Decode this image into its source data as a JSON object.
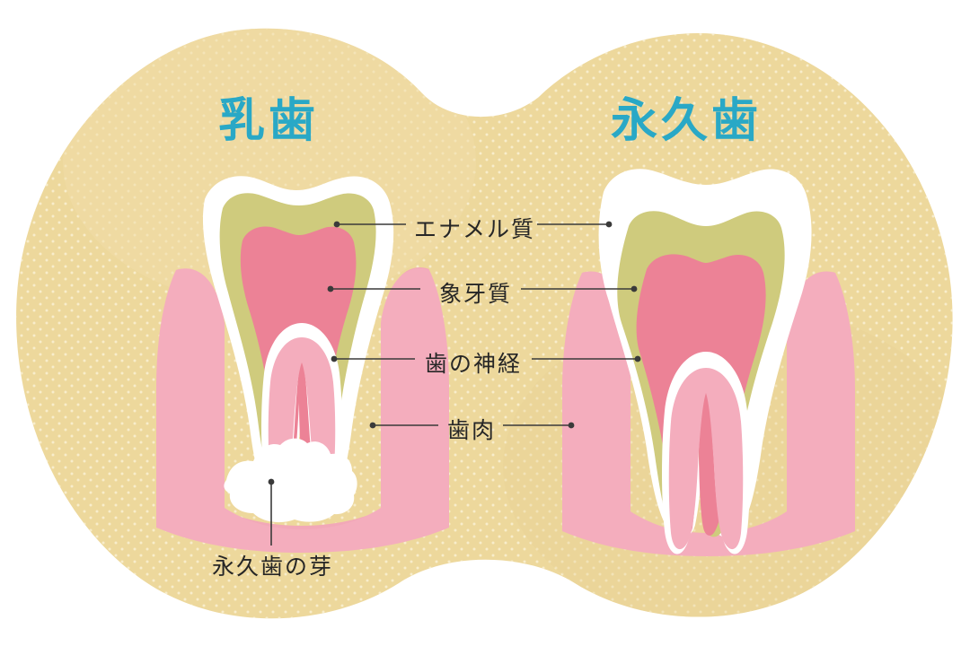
{
  "diagram": {
    "subject": "tooth-cross-section-comparison",
    "titles": {
      "left": "乳歯",
      "right": "永久歯"
    },
    "labels": {
      "enamel": "エナメル質",
      "dentin": "象牙質",
      "nerve": "歯の神経",
      "gum": "歯肉",
      "bud": "永久歯の芽"
    },
    "colors": {
      "background_page": "#ffffff",
      "blob": "#edd89c",
      "blob_dots": "#f6e9c2",
      "title_text": "#29a8c6",
      "label_text": "#262626",
      "leader_line": "#3a3a3a",
      "enamel": "#ffffff",
      "dentin": "#cfcb7d",
      "nerve": "#ec8296",
      "nerve_deep": "#e8697f",
      "gum": "#f2a8b8",
      "gum_light": "#f6b9c6",
      "bud": "#ffffff"
    }
  },
  "parts": [
    {
      "id": "enamel",
      "name": "エナメル質",
      "color": "#ffffff"
    },
    {
      "id": "dentin",
      "name": "象牙質",
      "color": "#cfcb7d"
    },
    {
      "id": "nerve",
      "name": "歯の神経",
      "color": "#ec8296"
    },
    {
      "id": "gum",
      "name": "歯肉",
      "color": "#f2a8b8"
    },
    {
      "id": "bud",
      "name": "永久歯の芽",
      "color": "#ffffff"
    }
  ]
}
